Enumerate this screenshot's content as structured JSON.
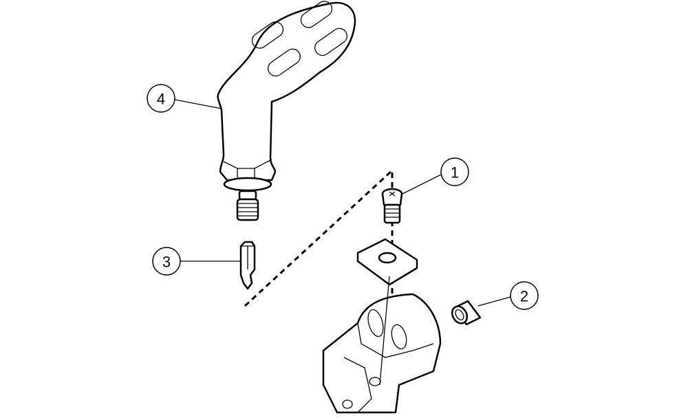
{
  "callouts": [
    {
      "number": "1",
      "part": "screw"
    },
    {
      "number": "2",
      "part": "sleeve"
    },
    {
      "number": "3",
      "part": "torx-bit"
    },
    {
      "number": "4",
      "part": "handle"
    }
  ],
  "colors": {
    "line": "#000000",
    "background": "#ffffff"
  }
}
